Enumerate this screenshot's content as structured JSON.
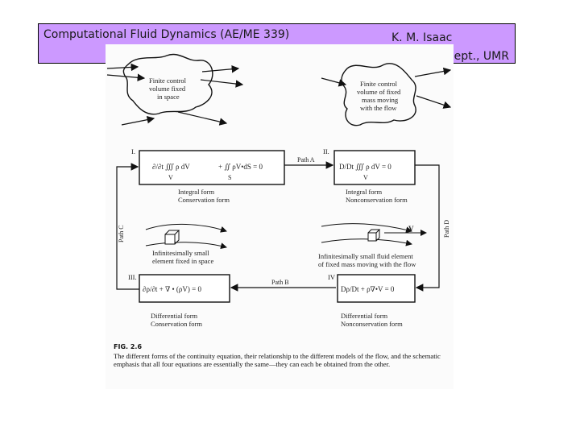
{
  "header": {
    "course_title": "Computational Fluid Dynamics (AE/ME 339)",
    "author": "K. M. Isaac",
    "dept": "MAEEM Dept., UMR"
  },
  "figure": {
    "cloud_left": [
      "Finite control",
      "volume fixed",
      "in space"
    ],
    "cloud_right": [
      "Finite control",
      "volume of fixed",
      "mass moving",
      "with the flow"
    ],
    "box_i": {
      "numeral": "I.",
      "eq_a": "∂/∂t ∭ ρ dV",
      "eq_b": "+ ∬ ρV•dS = 0",
      "sub_v": "V",
      "sub_s": "S"
    },
    "box_ii": {
      "numeral": "II.",
      "eq": "D/Dt ∭ ρ dV = 0",
      "sub_v": "V"
    },
    "box_iii": {
      "numeral": "III.",
      "eq": "∂ρ/∂t + ∇ • (ρV) = 0"
    },
    "box_iv": {
      "numeral": "IV",
      "eq": "Dρ/Dt + ρ∇•V = 0"
    },
    "path_a": "Path A",
    "path_b": "Path B",
    "path_c": "Path C",
    "path_d": "Path D",
    "label_i": [
      "Integral form",
      "Conservation form"
    ],
    "label_ii": [
      "Integral form",
      "Nonconservation form"
    ],
    "label_iii": [
      "Differential form",
      "Conservation form"
    ],
    "label_iv": [
      "Differential form",
      "Nonconservation form"
    ],
    "elem_left": [
      "Infinitesimally small",
      "element fixed in space"
    ],
    "elem_right": [
      "Infinitesimally small fluid element",
      "of fixed mass moving with the flow"
    ],
    "v_label": "V",
    "fig_label": "FIG. 2.6",
    "caption": "The different forms of the continuity equation, their relationship to the different models of the flow, and the schematic emphasis that all four equations are essentially the same—they can each be obtained from the other."
  }
}
